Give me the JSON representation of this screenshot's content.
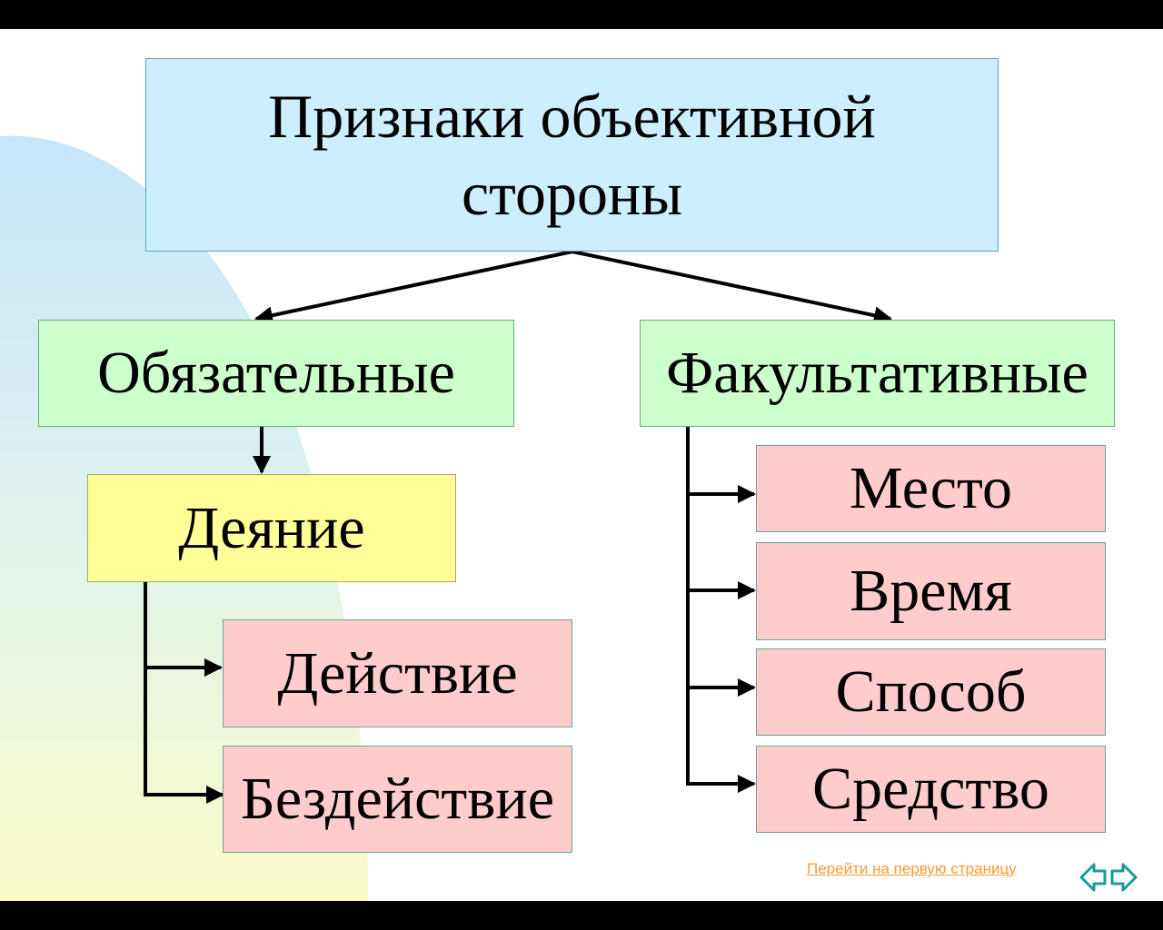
{
  "title": {
    "line1": "Признаки объективной",
    "line2": "стороны"
  },
  "branches": {
    "mandatory": "Обязательные",
    "optional": "Факультативные"
  },
  "mandatory_children": {
    "act": "Деяние",
    "act_children": [
      "Действие",
      "Бездействие"
    ]
  },
  "optional_children": [
    "Место",
    "Время",
    "Способ",
    "Средство"
  ],
  "navigation": {
    "first_page_link": "Перейти на первую страницу",
    "arrows_icon": "left-right-arrows-icon"
  },
  "colors": {
    "title_fill": "#cdeefe",
    "branch_fill": "#ccffcc",
    "act_fill": "#ffff99",
    "leaf_fill": "#ffcccc",
    "link": "#ff9933",
    "nav_icon": "#1a9a9a"
  }
}
